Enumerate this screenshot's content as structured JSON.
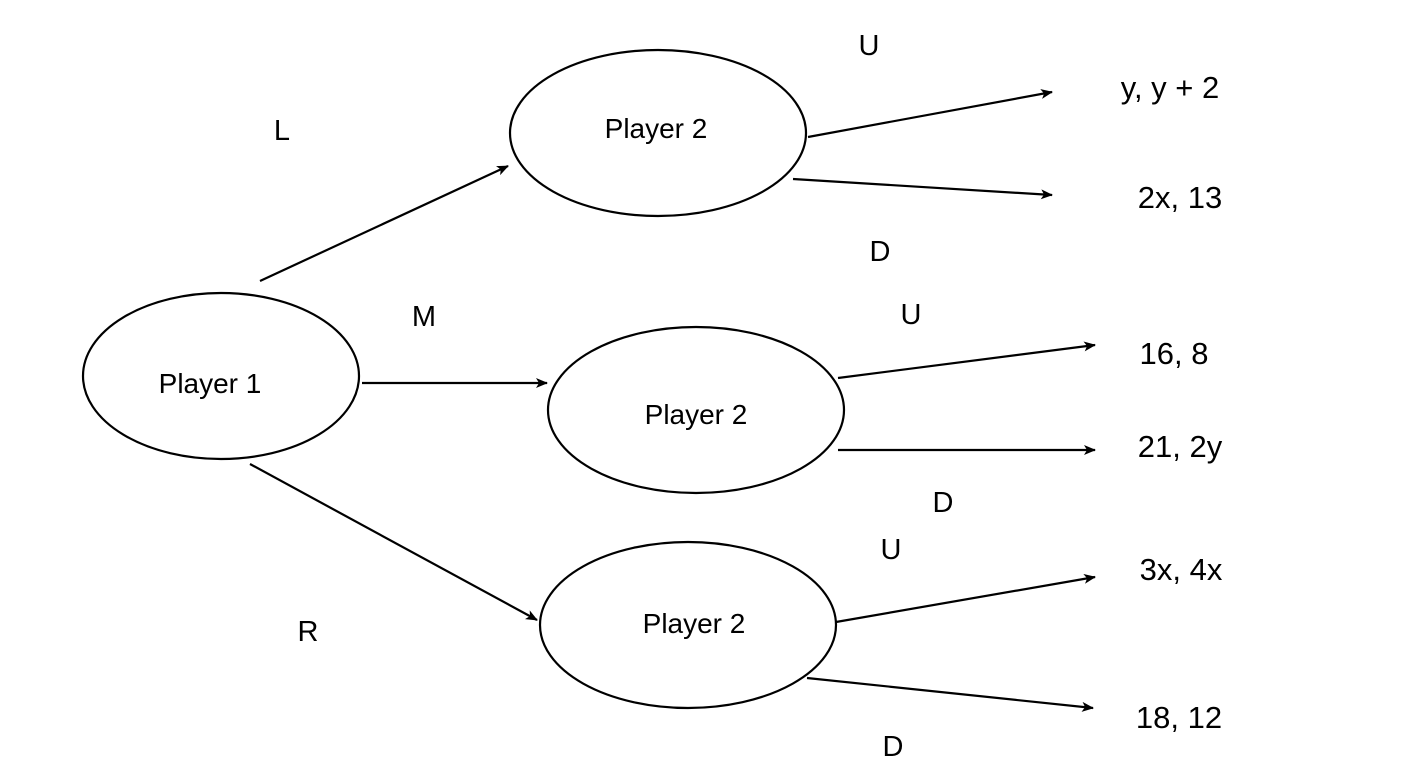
{
  "nodes": [
    {
      "id": "p1",
      "label": "Player 1"
    },
    {
      "id": "p2a",
      "label": "Player 2"
    },
    {
      "id": "p2b",
      "label": "Player 2"
    },
    {
      "id": "p2c",
      "label": "Player 2"
    }
  ],
  "player1_actions": [
    {
      "label": "L",
      "to": "p2a"
    },
    {
      "label": "M",
      "to": "p2b"
    },
    {
      "label": "R",
      "to": "p2c"
    }
  ],
  "player2_branches": [
    {
      "from": "p2a",
      "up_label": "U",
      "down_label": "D",
      "up_payoff": "y, y + 2",
      "down_payoff": "2x, 13"
    },
    {
      "from": "p2b",
      "up_label": "U",
      "down_label": "D",
      "up_payoff": "16, 8",
      "down_payoff": "21, 2y"
    },
    {
      "from": "p2c",
      "up_label": "U",
      "down_label": "D",
      "up_payoff": "3x, 4x",
      "down_payoff": "18, 12"
    }
  ]
}
